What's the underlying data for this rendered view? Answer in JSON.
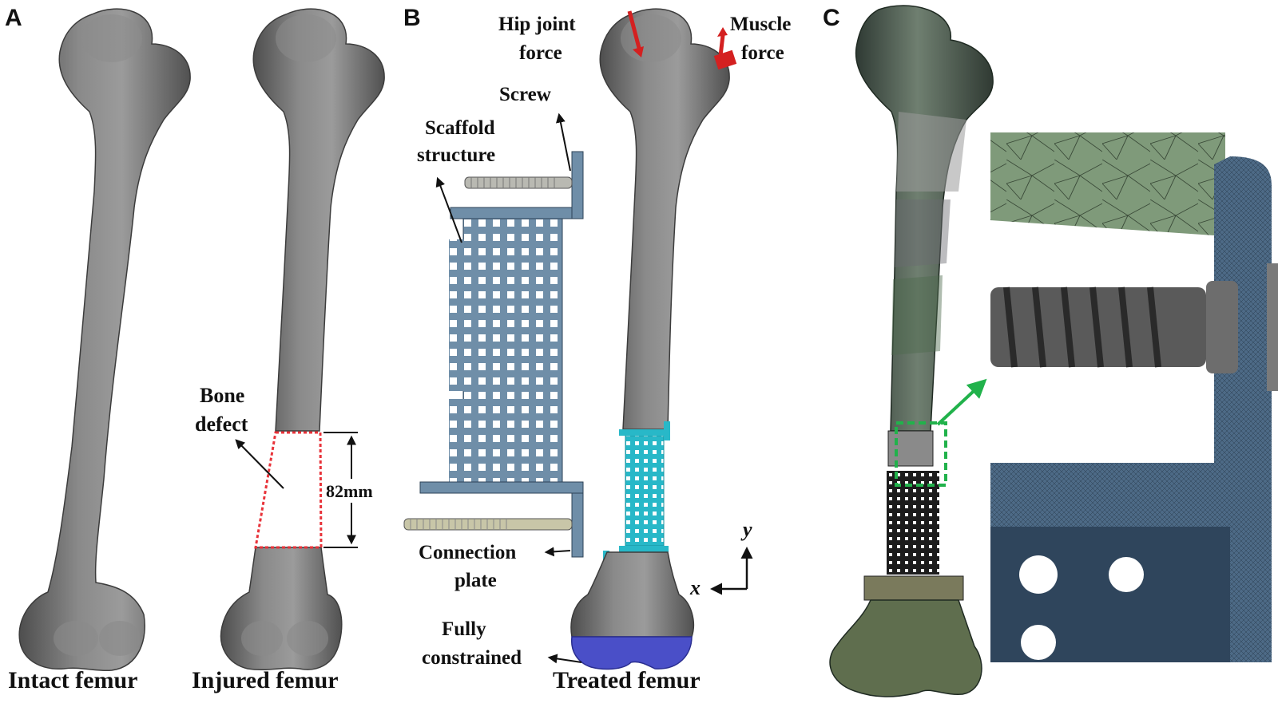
{
  "panels": {
    "a": "A",
    "b": "B",
    "c": "C"
  },
  "panel_a": {
    "intact_label": "Intact femur",
    "injured_label": "Injured femur",
    "defect_label_line1": "Bone",
    "defect_label_line2": "defect",
    "defect_length": "82mm"
  },
  "panel_b": {
    "hip_force_line1": "Hip joint",
    "hip_force_line2": "force",
    "muscle_force_line1": "Muscle",
    "muscle_force_line2": "force",
    "screw_label": "Screw",
    "scaffold_line1": "Scaffold",
    "scaffold_line2": "structure",
    "connection_line1": "Connection",
    "connection_line2": "plate",
    "constrained_line1": "Fully",
    "constrained_line2": "constrained",
    "treated_label": "Treated femur",
    "axis_y": "y",
    "axis_x": "x"
  },
  "colors": {
    "bone": "#6e6e6e",
    "bone_light": "#a9a9a9",
    "defect_box": "#e8333a",
    "force_arrow": "#d42020",
    "scaffold_blue": "#6f8ea8",
    "scaffold_cyan": "#28b8c8",
    "constraint_blue": "#4a4fc8",
    "mesh_green": "#7f9a7a",
    "mesh_blue": "#4d6a86",
    "highlight_green": "#21b24b"
  }
}
